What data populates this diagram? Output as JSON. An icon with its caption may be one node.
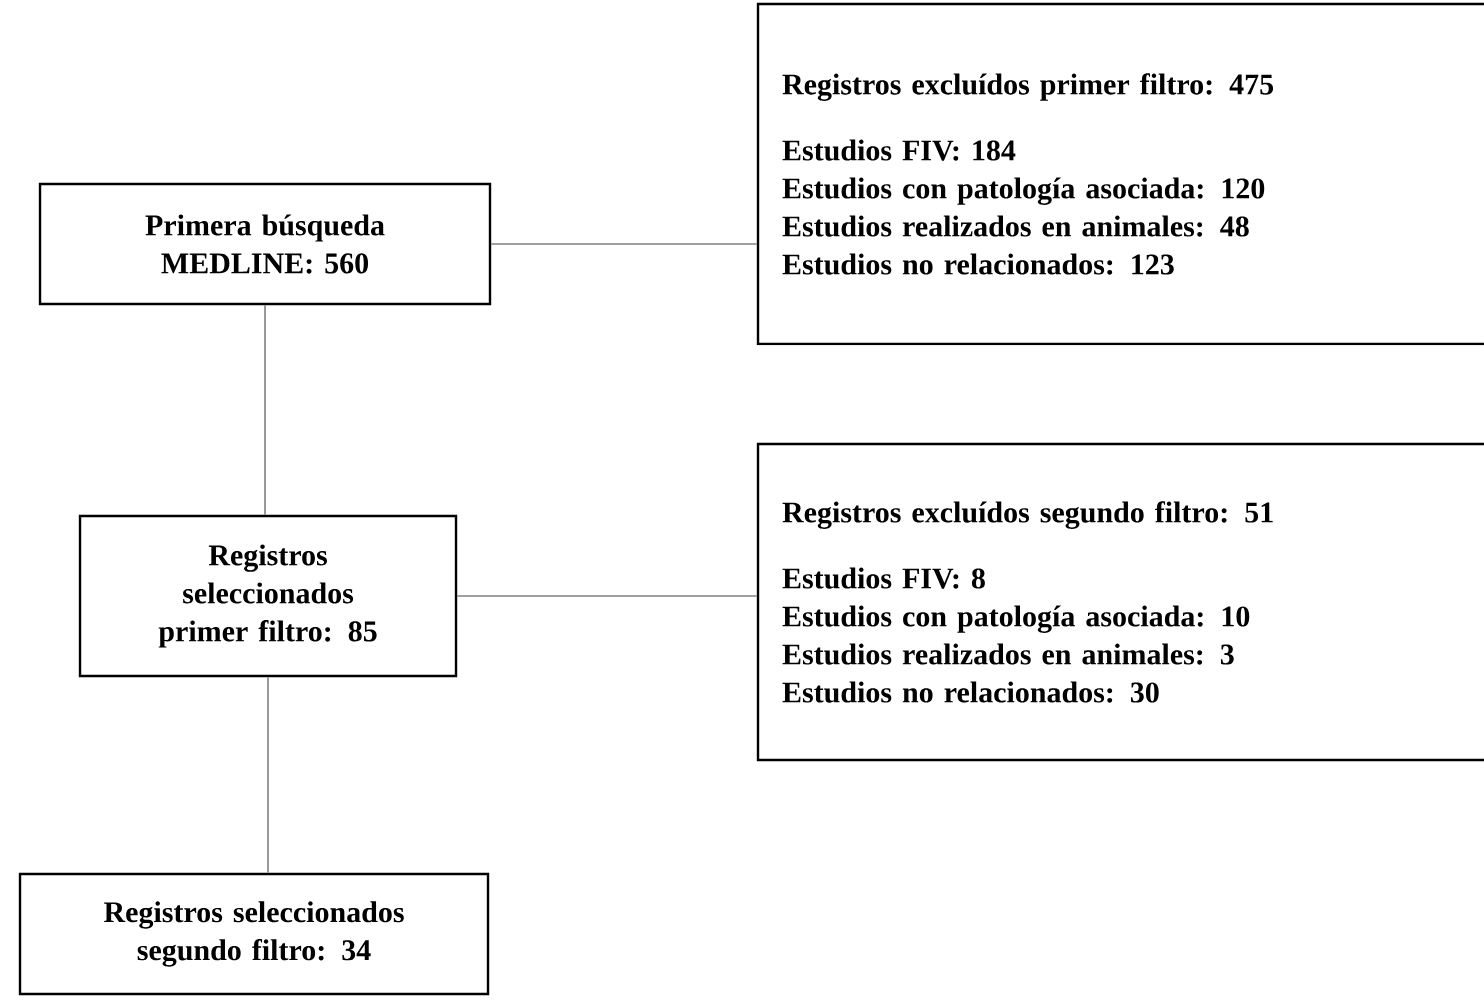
{
  "diagram": {
    "nodes": [
      {
        "text": [
          "Primera búsqueda MEDLINE: 560"
        ]
      },
      {
        "text": [
          "Registros excluídos primer filtro: 475",
          "Estudios FIV: 184",
          "Estudios con patología asociada: 120",
          "Estudios realizados en animales: 48",
          "Estudios no relacionados: 123"
        ]
      },
      {
        "text": [
          "Registros seleccionados primer filtro: 85"
        ]
      },
      {
        "text": [
          "Registros excluídos segundo filtro: 51",
          "Estudios FIV: 8",
          "Estudios con patología asociada: 10",
          "Estudios realizados en animales: 3",
          "Estudios no relacionados: 30"
        ]
      },
      {
        "text": [
          "Registros seleccionados segundo filtro: 34"
        ]
      }
    ],
    "edges": [
      {
        "from": 0,
        "to": 1,
        "arrow": "none"
      },
      {
        "from": 0,
        "to": 2,
        "arrow": "none"
      },
      {
        "from": 2,
        "to": 3,
        "arrow": "none"
      },
      {
        "from": 2,
        "to": 4,
        "arrow": "none"
      }
    ]
  }
}
